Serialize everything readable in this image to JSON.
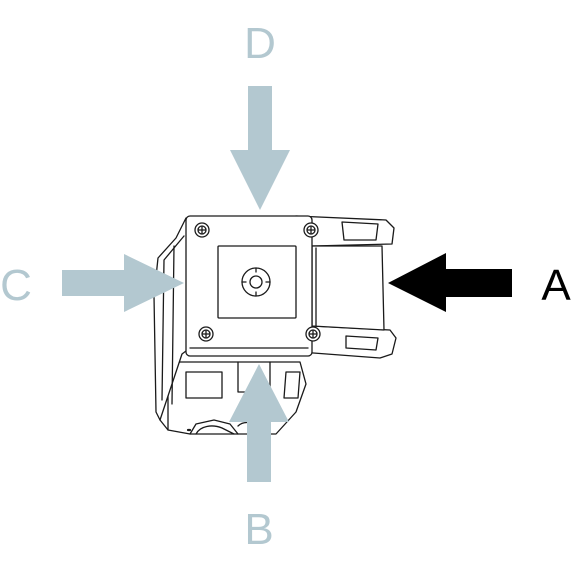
{
  "colors": {
    "muted_arrow": "#b3c8d0",
    "active_arrow": "#000000",
    "outline": "#1a1a1a",
    "background": "#ffffff"
  },
  "labels": {
    "a": "A",
    "b": "B",
    "c": "C",
    "d": "D"
  },
  "active_direction": "A"
}
